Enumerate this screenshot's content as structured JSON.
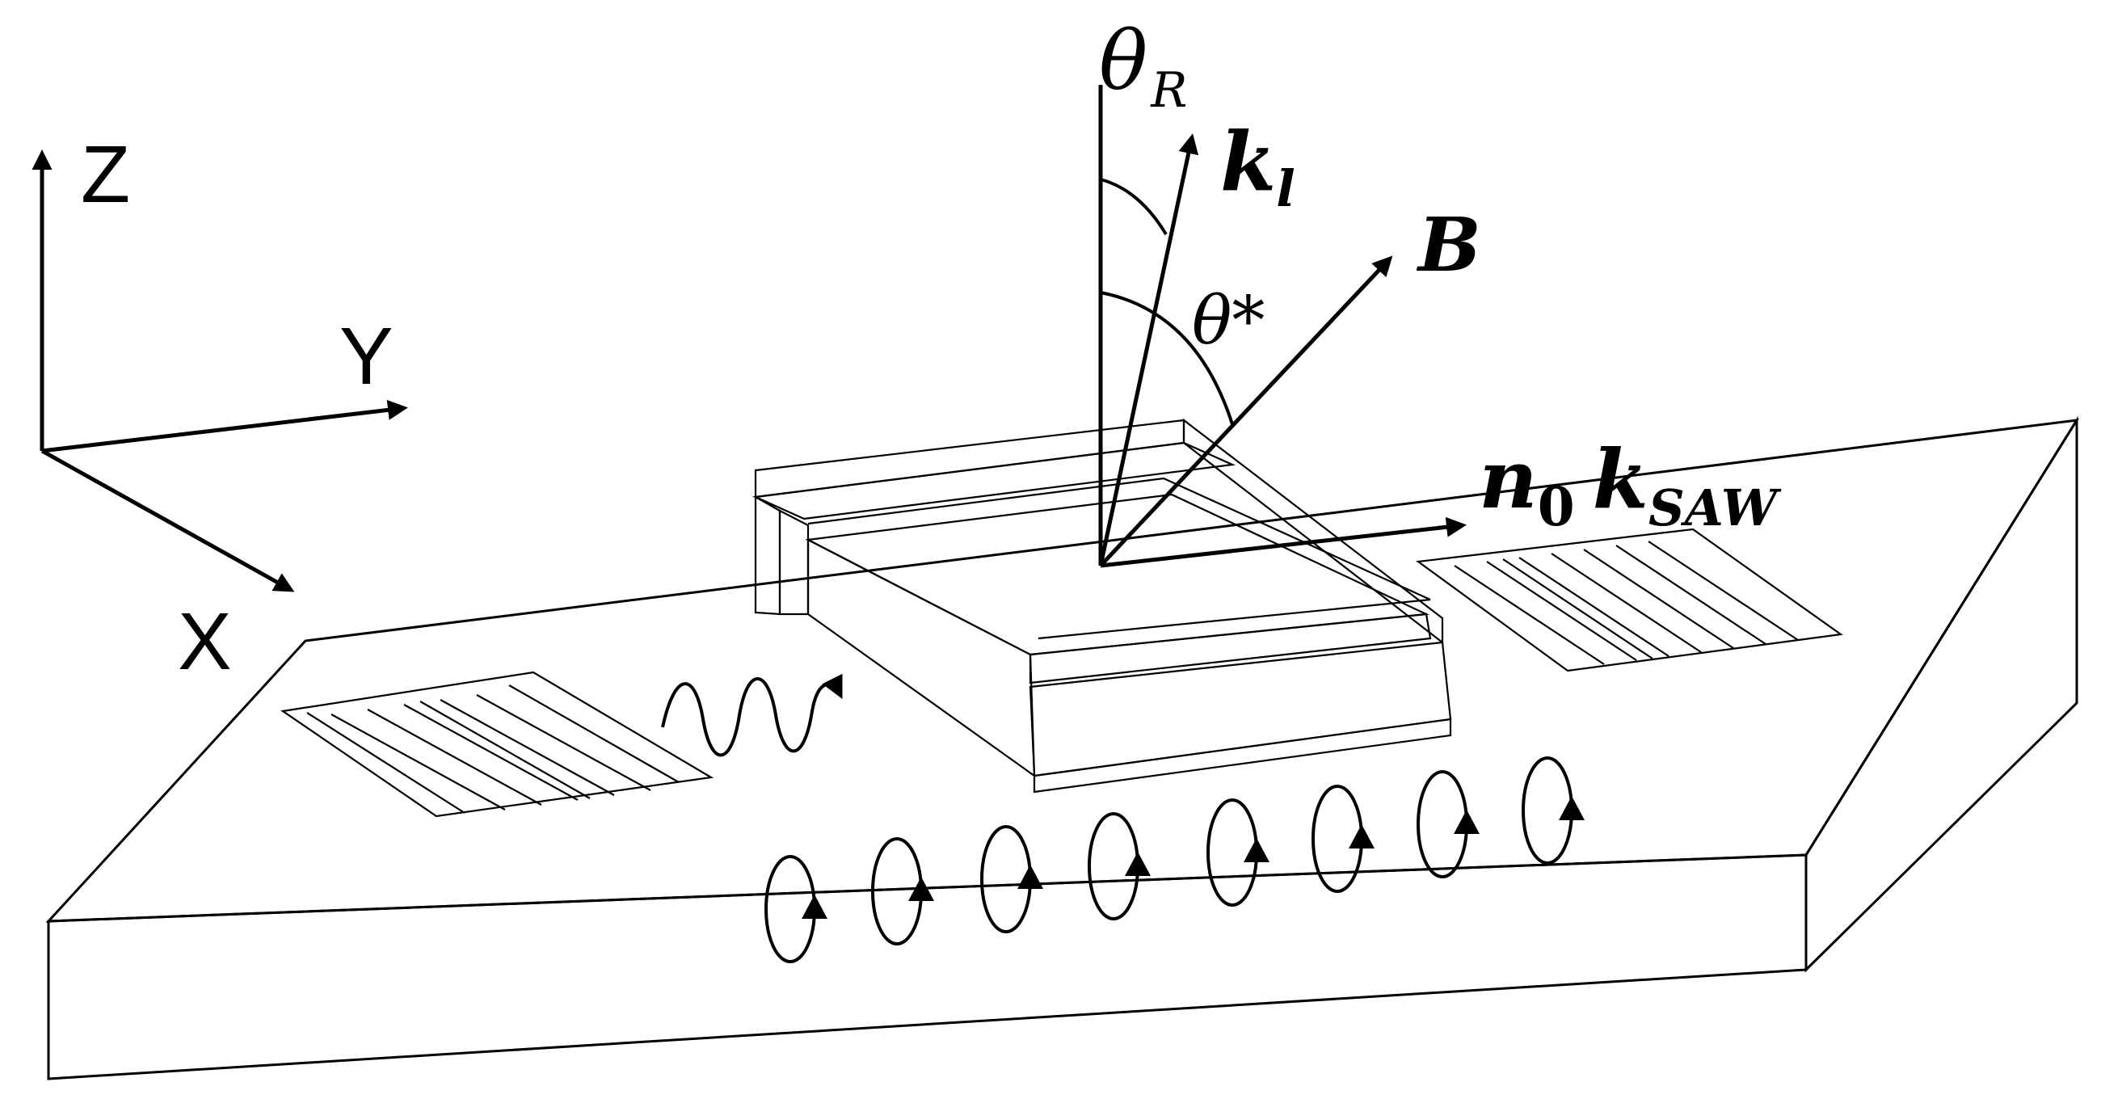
{
  "axes": {
    "z": "Z",
    "y": "Y",
    "x": "X"
  },
  "labels": {
    "theta_r": {
      "main": "θ",
      "sub": "R"
    },
    "k_l": {
      "main": "k",
      "sub": "l"
    },
    "b_field": "B",
    "theta_star": "θ*",
    "n0_ksaw": {
      "n": "n",
      "n_sub": "0",
      "k": "k",
      "k_sub": "SAW"
    }
  },
  "colors": {
    "sample_top": "#8e8e8e",
    "sample_side": "#7d7d7d",
    "substrate_side": "#7a7a7a",
    "line": "#000000",
    "background": "#ffffff"
  }
}
